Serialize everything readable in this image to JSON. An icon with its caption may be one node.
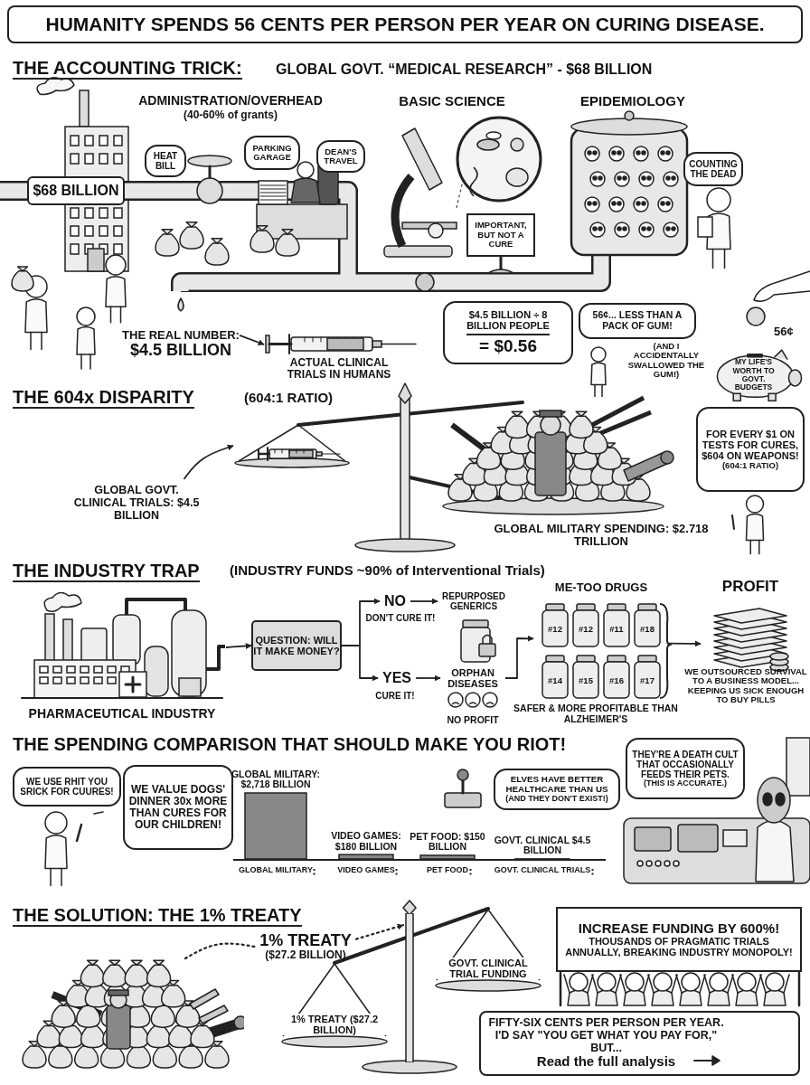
{
  "diagram": {
    "title": "HUMANITY SPENDS 56 CENTS PER PERSON PER YEAR ON CURING DISEASE.",
    "nodes": [
      {
        "text": [
          "$68 BILLION"
        ]
      },
      {
        "text": [
          "HEAT BILL"
        ]
      },
      {
        "text": [
          "PARKING GARAGE"
        ]
      },
      {
        "text": [
          "DEAN'S TRAVEL"
        ]
      },
      {
        "text": [
          "IMPORTANT, BUT NOT A CURE"
        ]
      },
      {
        "text": [
          "COUNTING THE DEAD"
        ]
      },
      {
        "text": [
          "THE REAL NUMBER:",
          "$4.5 BILLION"
        ]
      },
      {
        "text": [],
        "shape": "picture",
        "beside": [
          "ACTUAL CLINICAL TRIALS IN HUMANS"
        ]
      },
      {
        "text": [
          "$4.5 BILLION ÷ 8 BILLION PEOPLE",
          "= $0.56"
        ]
      },
      {
        "text": [
          "56¢... LESS THAN A PACK OF GUM!"
        ],
        "beside": [
          "(AND I ACCIDENTALLY SWALLOWED THE GUM!)"
        ]
      },
      {
        "text": [
          "MY LIFE'S WORTH TO GOVT. BUDGETS"
        ]
      },
      {
        "text": [],
        "shape": "picture"
      },
      {
        "text": [
          "GLOBAL GOVT. CLINICAL TRIALS: $4.5 BILLION"
        ]
      },
      {
        "text": [
          "FOR EVERY $1 ON TESTS FOR CURES, $604 ON WEAPONS!",
          "(604:1 RATIO)"
        ]
      },
      {
        "text": [],
        "shape": "picture",
        "beside": [
          "PHARMACEUTICAL INDUSTRY"
        ]
      },
      {
        "text": [
          "QUESTION: WILL IT MAKE MONEY?"
        ]
      },
      {
        "text": [
          "NO"
        ],
        "beside": [
          "DON'T CURE IT!"
        ]
      },
      {
        "text": [
          "YES"
        ],
        "beside": [
          "CURE IT!"
        ]
      },
      {
        "text": [
          "REPURPOSED GENERICS"
        ]
      },
      {
        "text": [
          "ORPHAN DISEASES"
        ],
        "beside": [
          "NO PROFIT"
        ]
      },
      {
        "text": [
          "ME-TOO DRUGS"
        ]
      },
      {
        "text": [
          "PROFIT"
        ]
      },
      {
        "text": [
          "WE USE RHIT YOU SRICK FOR CUURES!"
        ]
      },
      {
        "text": [
          "WE VALUE DOGS' DINNER 30x MORE THAN CURES FOR OUR CHILDREN!"
        ]
      },
      {
        "text": [
          "ELVES HAVE BETTER HEALTHCARE THAN US",
          "(AND THEY DON'T EXIST!)"
        ]
      },
      {
        "text": [
          "THEY'RE A DEATH CULT THAT OCCASIONALLY FEEDS THEIR PETS.",
          "(THIS IS ACCURATE.)"
        ]
      },
      {
        "text": [],
        "shape": "picture"
      },
      {
        "text": [
          "1% TREATY",
          "($27.2 BILLION)"
        ]
      },
      {
        "text": [],
        "shape": "bar"
      },
      {
        "text": [
          "1% TREATY ($27.2 BILLION)"
        ]
      },
      {
        "text": [
          "GOVT. CLINICAL TRIAL FUNDING"
        ]
      },
      {
        "text": [
          "INCREASE FUNDING BY 600%!",
          "THOUSANDS OF PRAGMATIC TRIALS ANNUALLY, BREAKING INDUSTRY MONOPOLY!"
        ]
      },
      {
        "text": [
          "FIFTY-SIX CENTS PER PERSON PER YEAR. I'D SAY \"YOU GET WHAT YOU PAY FOR,\" BUT...",
          "Read the full analysis"
        ]
      }
    ],
    "edges": [
      {
        "from": 6,
        "to": 7,
        "arrow": "to"
      },
      {
        "from": 12,
        "to": 11,
        "arrow": "to"
      },
      {
        "from": 14,
        "to": 15,
        "arrow": "to"
      },
      {
        "from": 15,
        "to": 16,
        "arrow": "to"
      },
      {
        "from": 15,
        "to": 17,
        "arrow": "to"
      },
      {
        "from": 16,
        "to": 18,
        "arrow": "to"
      },
      {
        "from": 17,
        "to": 19,
        "arrow": "to"
      },
      {
        "from": 19,
        "to": 20,
        "arrow": "to"
      },
      {
        "from": 20,
        "to": 21,
        "arrow": "to"
      },
      {
        "from": 26,
        "to": 27,
        "arrow": "none",
        "style": "dashed"
      },
      {
        "from": 27,
        "to": 28,
        "arrow": "to",
        "style": "dashed"
      }
    ],
    "labels": [
      "THE ACCOUNTING TRICK:",
      "GLOBAL GOVT. “MEDICAL RESEARCH” - $68 BILLION",
      "ADMINISTRATION/OVERHEAD",
      "(40-60% of grants)",
      "BASIC SCIENCE",
      "EPIDEMIOLOGY",
      "56¢",
      "THE 604x DISPARITY",
      "(604:1 RATIO)",
      "GLOBAL MILITARY SPENDING: $2.718 TRILLION",
      "THE INDUSTRY TRAP",
      "(INDUSTRY FUNDS ~90% of Interventional Trials)",
      "#12",
      "#12",
      "#11",
      "#18",
      "#14",
      "#15",
      "#16",
      "#17",
      "SAFER & MORE PROFITABLE THAN ALZHEIMER'S",
      "WE OUTSOURCED SURVIVAL TO A BUSINESS MODEL... KEEPING US SICK ENOUGH TO BUY PILLS",
      "THE SPENDING COMPARISON THAT SHOULD MAKE YOU RIOT!",
      "THE SOLUTION: THE 1% TREATY"
    ],
    "chart_data": {
      "type": "bar",
      "categories": [
        "GLOBAL MILITARY",
        "VIDEO GAMES",
        "PET FOOD",
        "GOVT. CLINICAL TRIALS"
      ],
      "values": [
        2718,
        180,
        150,
        4.5
      ],
      "value_labels": [
        "GLOBAL MILITARY: $2,718 BILLION",
        "VIDEO GAMES: $180 BILLION",
        "PET FOOD: $150 BILLION",
        "GOVT. CLINICAL $4.5 BILLION"
      ]
    }
  }
}
